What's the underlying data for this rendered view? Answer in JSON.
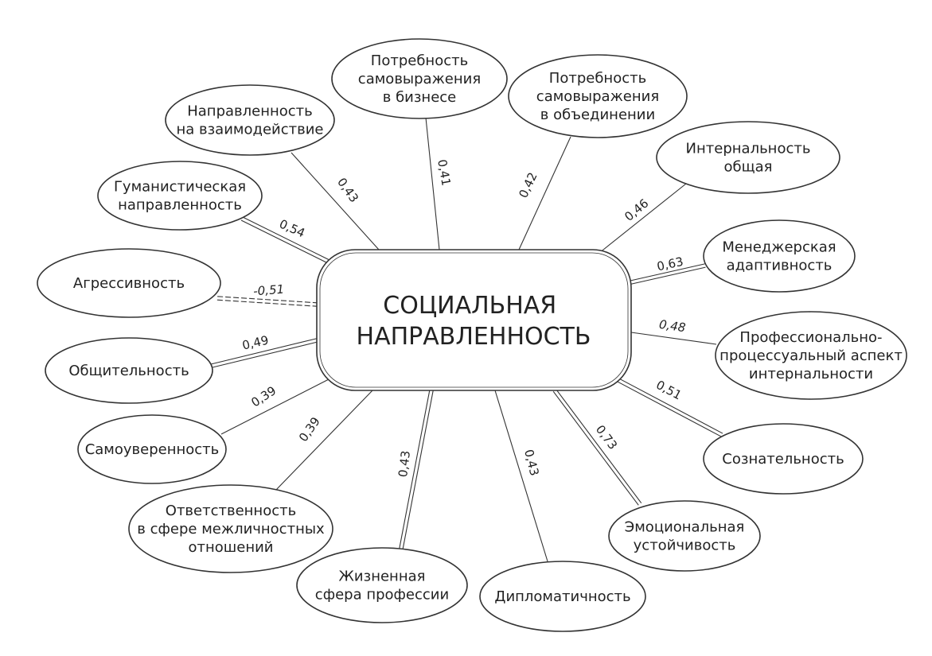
{
  "center": {
    "lines": [
      "СОЦИАЛЬНАЯ",
      "НАПРАВЛЕННОСТЬ"
    ]
  },
  "nodes": [
    {
      "id": "potr-biz",
      "lines": [
        "Потребность",
        "самовыражения",
        "в бизнесе"
      ],
      "weight": "0,41",
      "link": "single"
    },
    {
      "id": "potr-obj",
      "lines": [
        "Потребность",
        "самовыражения",
        "в объединении"
      ],
      "weight": "0,42",
      "link": "single"
    },
    {
      "id": "intern",
      "lines": [
        "Интернальность",
        "общая"
      ],
      "weight": "0,46",
      "link": "single"
    },
    {
      "id": "manager",
      "lines": [
        "Менеджерская",
        "адаптивность"
      ],
      "weight": "0,63",
      "link": "double"
    },
    {
      "id": "prof",
      "lines": [
        "Профессионально-",
        "процессуальный аспект",
        "интернальности"
      ],
      "weight": "0,48",
      "link": "single"
    },
    {
      "id": "soznat",
      "lines": [
        "Сознательность"
      ],
      "weight": "0,51",
      "link": "double"
    },
    {
      "id": "emoc",
      "lines": [
        "Эмоциональная",
        "устойчивость"
      ],
      "weight": "0,73",
      "link": "double"
    },
    {
      "id": "diplom",
      "lines": [
        "Дипломатичность"
      ],
      "weight": "0,43",
      "link": "single"
    },
    {
      "id": "zhizn",
      "lines": [
        "Жизненная",
        "сфера профессии"
      ],
      "weight": "0,43",
      "link": "double"
    },
    {
      "id": "otvet",
      "lines": [
        "Ответственность",
        "в сфере межличностных",
        "отношений"
      ],
      "weight": "0,39",
      "link": "single"
    },
    {
      "id": "samouv",
      "lines": [
        "Самоуверенность"
      ],
      "weight": "0,39",
      "link": "single"
    },
    {
      "id": "obshch",
      "lines": [
        "Общительность"
      ],
      "weight": "0,49",
      "link": "double"
    },
    {
      "id": "agress",
      "lines": [
        "Агрессивность"
      ],
      "weight": "-0,51",
      "link": "dashed-double"
    },
    {
      "id": "guman",
      "lines": [
        "Гуманистическая",
        "направленность"
      ],
      "weight": "0,54",
      "link": "double"
    },
    {
      "id": "napr",
      "lines": [
        "Направленность",
        "на взаимодействие"
      ],
      "weight": "0,43",
      "link": "single"
    }
  ]
}
